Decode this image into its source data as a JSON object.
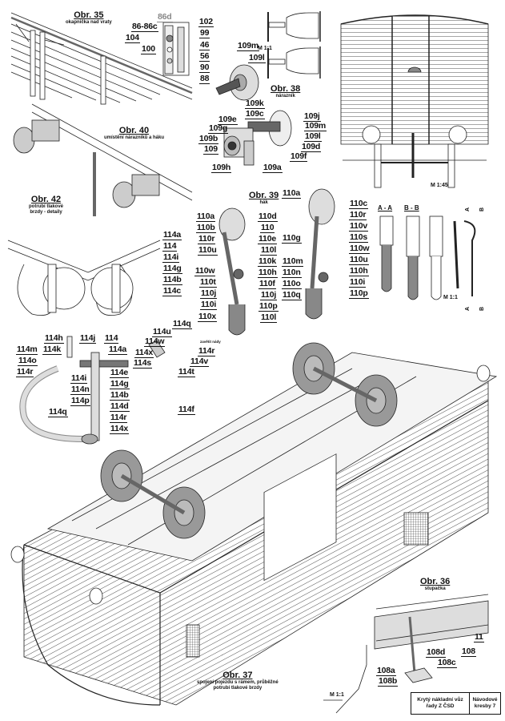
{
  "sheet": {
    "title_block": {
      "description": "Krytý nákladní vůz řady Z ČSD",
      "series": "Návodové kresby 7"
    }
  },
  "figures": {
    "obr35": {
      "title": "Obr. 35",
      "subtitle": "okapnička nad vraty",
      "labels": [
        "86d",
        "86-86c",
        "102",
        "104",
        "99",
        "46",
        "100",
        "56",
        "90",
        "88"
      ]
    },
    "obr38": {
      "title": "Obr. 38",
      "subtitle": "nárazník",
      "labels": [
        "109m",
        "109l",
        "109k",
        "109c",
        "109e",
        "109j",
        "109g",
        "109m",
        "109b",
        "109l",
        "109",
        "109d",
        "109h",
        "109a",
        "109f"
      ],
      "scale": "M 1:1"
    },
    "obr40": {
      "title": "Obr. 40",
      "subtitle": "umístění nárazníků a háku"
    },
    "obr42": {
      "title": "Obr. 42",
      "subtitle_line1": "potrubí tlakové",
      "subtitle_line2": "brzdy - detaily",
      "labels_right": [
        "114a",
        "114",
        "114i",
        "114g",
        "114b",
        "114c"
      ],
      "labels_hose": [
        "114h",
        "114j",
        "114",
        "114m",
        "114k",
        "114a",
        "114o",
        "114r",
        "114e",
        "114i",
        "114g",
        "114n",
        "114b",
        "114p",
        "114d",
        "114q",
        "114r",
        "114x"
      ],
      "labels_coupling": [
        "114q",
        "114u",
        "114w",
        "114r",
        "114x",
        "114v",
        "114s",
        "114t"
      ],
      "coupling_note": "zavětit nády",
      "label_frame": "114f"
    },
    "obr39": {
      "title": "Obr. 39",
      "subtitle": "hák",
      "labels_left": [
        "110a",
        "110b",
        "110r",
        "110u",
        "110w",
        "110t",
        "110j",
        "110i",
        "110x"
      ],
      "labels_mid": [
        "110d",
        "110",
        "110e",
        "110l",
        "110k",
        "110h",
        "110f",
        "110j",
        "110p",
        "110l"
      ],
      "labels_right_left": [
        "110a",
        "110g",
        "110m",
        "110n",
        "110o",
        "110q"
      ],
      "labels_right_right": [
        "110c",
        "110r",
        "110v",
        "110s",
        "110w",
        "110u",
        "110h",
        "110i",
        "110p"
      ]
    },
    "end_view": {
      "scale": "M 1:45"
    },
    "sections": {
      "aa": "A - A",
      "bb": "B - B",
      "scale": "M 1:1",
      "mark_a": "A",
      "mark_b": "B"
    },
    "obr36": {
      "title": "Obr. 36",
      "subtitle": "stupačka",
      "labels": [
        "11",
        "108",
        "108d",
        "108c",
        "108a",
        "108b"
      ],
      "scale": "M 1:1"
    },
    "obr37": {
      "title": "Obr. 37",
      "subtitle_line1": "spojení pojezdu s rámem, průběžné",
      "subtitle_line2": "potrubí tlakové brzdy"
    }
  }
}
